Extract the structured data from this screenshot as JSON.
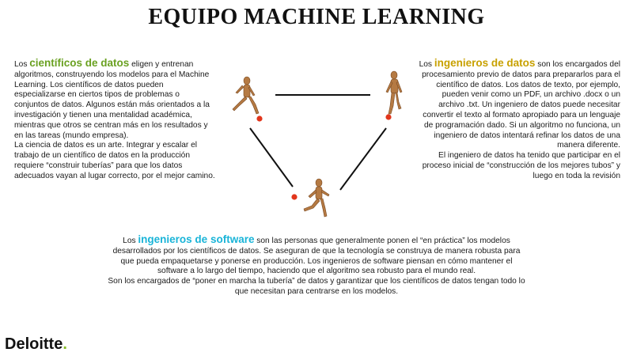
{
  "title": "EQUIPO MACHINE LEARNING",
  "colors": {
    "scientists": "#6aa121",
    "data_engineers": "#c8a100",
    "software_engineers": "#19b4d8",
    "ball": "#e2361c",
    "logo_dot": "#86bc25"
  },
  "left": {
    "pre": "Los ",
    "term": "científicos de datos",
    "text1": " eligen y entrenan algoritmos, construyendo los modelos para el Machine Learning. Los científicos de datos pueden especializarse en ciertos tipos de problemas o conjuntos de datos. Algunos están más orientados a la investigación y tienen una mentalidad académica, mientras que otros se centran más en los resultados y en las tareas (mundo empresa).",
    "text2": "La ciencia de datos es un arte. Integrar y escalar el trabajo de un científico de datos en la producción requiere “construir tuberías” para que los datos adecuados vayan al lugar correcto, por el mejor camino."
  },
  "right": {
    "pre": "Los ",
    "term": "ingenieros de datos",
    "text1": " son los encargados del procesamiento previo de datos para prepararlos para el científico de datos. Los datos de texto, por ejemplo, pueden venir como un PDF, un archivo .docx o un archivo .txt. Un ingeniero de datos puede necesitar convertir el texto al formato apropiado para un lenguaje de programación dado. Si un algoritmo no funciona, un ingeniero de datos intentará refinar los datos de una manera diferente.",
    "text2": "El ingeniero de datos ha tenido que participar en el proceso inicial de “construcción de los mejores tubos” y luego en toda la revisión"
  },
  "bottom": {
    "pre": "Los ",
    "term": "ingenieros de software",
    "text1": " son las personas que generalmente ponen el “en práctica” los modelos desarrollados por los científicos de datos. Se aseguran de que la tecnología se construya de manera robusta para que pueda empaquetarse y ponerse en producción. Los ingenieros de software piensan en cómo mantener el software a lo largo del tiempo, haciendo que el algoritmo sea robusto para el mundo real.",
    "text2": "Son los encargados de “poner en marcha la tubería” de datos y garantizar que los científicos de datos tengan todo lo que necesitan para centrarse en los modelos."
  },
  "logo": {
    "name": "Deloitte",
    "dot": "."
  },
  "icons": {
    "figure_left": "wooden-mannequin-kicking-icon",
    "figure_right": "wooden-mannequin-standing-on-ball-icon",
    "figure_bottom": "wooden-mannequin-kicking-icon"
  }
}
